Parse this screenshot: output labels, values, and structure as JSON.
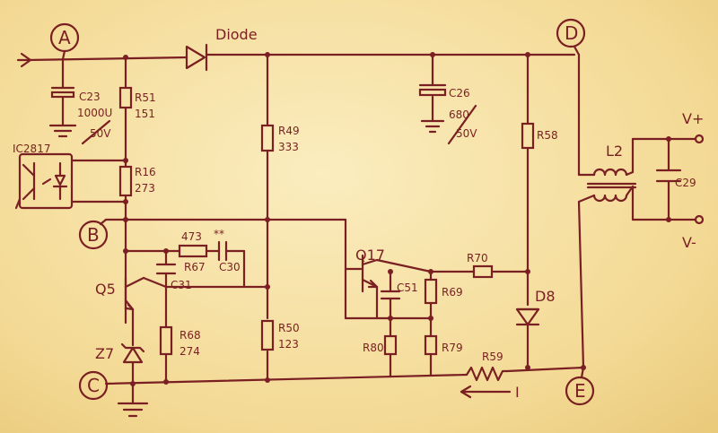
{
  "nodes": {
    "a": "A",
    "b": "B",
    "c": "C",
    "d": "D",
    "e": "E"
  },
  "labels": {
    "diode": "Diode",
    "c23": "C23",
    "c23_val1": "1000U",
    "c23_val2": "50V",
    "r51": "R51",
    "r51_val": "151",
    "ic2": "IC2817",
    "r16": "R16",
    "r16_val": "273",
    "r49": "R49",
    "r49_val": "333",
    "c26": "C26",
    "c26_val1": "680",
    "c26_val2": "50V",
    "r58": "R58",
    "l2": "L2",
    "c29": "C29",
    "vplus": "V+",
    "vminus": "V-",
    "r473": "473",
    "r67": "R67",
    "c30_val": "**",
    "c30": "C30",
    "c31": "C31",
    "q5": "Q5",
    "r68": "R68",
    "r68_val": "274",
    "z7": "Z7",
    "r50": "R50",
    "r50_val": "123",
    "q17": "Q17",
    "c51": "C51",
    "r69": "R69",
    "r70": "R70",
    "d8": "D8",
    "r80": "R80",
    "r79": "R79",
    "r59": "R59",
    "current": "I"
  },
  "colors": {
    "ink": "#7a1f22",
    "paper": "#f4dd9c"
  }
}
